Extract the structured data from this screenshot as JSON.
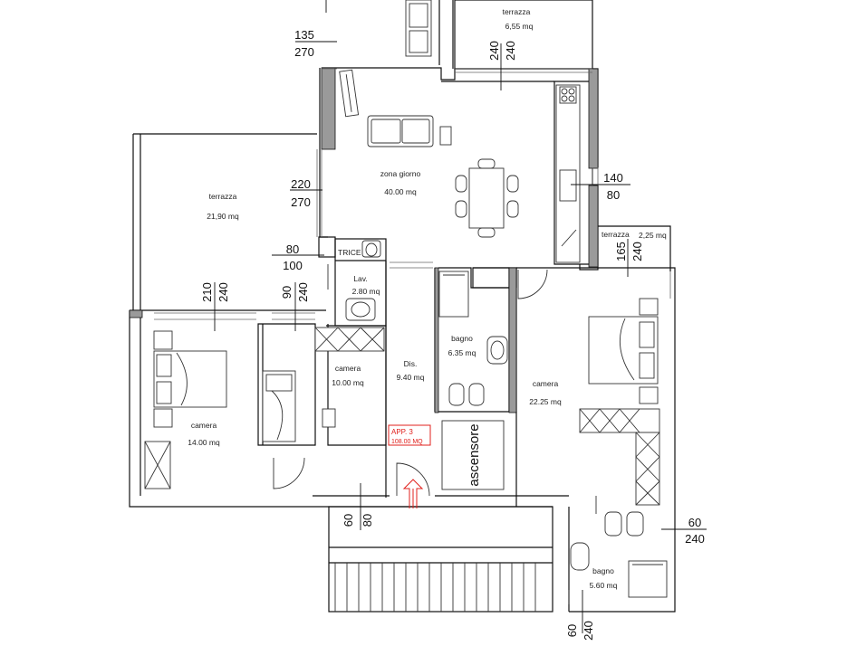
{
  "rooms": {
    "terrazza_top": {
      "name": "terrazza",
      "area": "6,55 mq"
    },
    "zona_giorno": {
      "name": "zona giorno",
      "area": "40.00 mq"
    },
    "terrazza_left": {
      "name": "terrazza",
      "area": "21,90 mq"
    },
    "terrazza_small": {
      "name": "terrazza",
      "area": "2,25 mq"
    },
    "lav": {
      "name": "Lav.",
      "area": "2.80 mq"
    },
    "bagno_center": {
      "name": "bagno",
      "area": "6.35 mq"
    },
    "dis": {
      "name": "Dis.",
      "area": "9.40 mq"
    },
    "camera_mid": {
      "name": "camera",
      "area": "10.00 mq"
    },
    "camera_left": {
      "name": "camera",
      "area": "14.00 mq"
    },
    "camera_right": {
      "name": "camera",
      "area": "22.25 mq"
    },
    "bagno_small": {
      "name": "bagno",
      "area": "5.60 mq"
    },
    "trice": "TRICE",
    "ascensore": "ascensore"
  },
  "apartment": {
    "label": "APP. 3",
    "area": "108.00 MQ",
    "color": "#e0201c"
  },
  "window_dims": {
    "w1": {
      "top": "135",
      "bottom": "270"
    },
    "w2": {
      "top": "220",
      "bottom": "270"
    },
    "w3": {
      "top": "80",
      "bottom": "100"
    },
    "w4": {
      "top": "140",
      "bottom": "80"
    },
    "w5": {
      "top": "60",
      "bottom": "240"
    }
  },
  "vertical_dims": {
    "v1": {
      "a": "240",
      "b": "240"
    },
    "v2": {
      "a": "165",
      "b": "240"
    },
    "v3": {
      "a": "210",
      "b": "240"
    },
    "v4": {
      "a": "90",
      "b": "240"
    },
    "v5": {
      "a": "60",
      "b": "80"
    },
    "v6": {
      "a": "60",
      "b": "240"
    }
  }
}
